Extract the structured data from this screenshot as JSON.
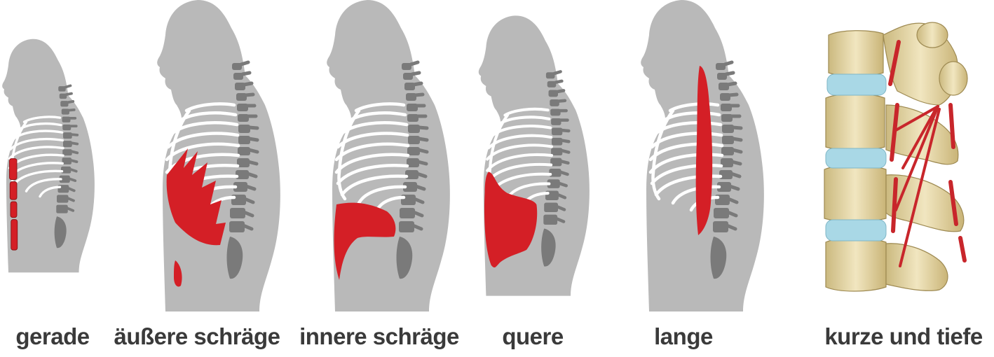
{
  "panels": [
    {
      "id": "p1",
      "caption": "gerade"
    },
    {
      "id": "p2",
      "caption": "äußere schräge"
    },
    {
      "id": "p3",
      "caption": "innere schräge"
    },
    {
      "id": "p4",
      "caption": "quere"
    },
    {
      "id": "p5",
      "caption": "lange"
    },
    {
      "id": "p6",
      "caption": "kurze und tiefe"
    }
  ],
  "colors": {
    "silhouette": "#b9b9b9",
    "spine": "#7a7a7a",
    "ribs": "#ffffff",
    "muscle": "#d41f26",
    "bone": "#e8dcb0",
    "disc": "#a9d8e6",
    "caption": "#3a3a3a"
  },
  "icons": [
    "torso-silhouette",
    "spine",
    "ribcage",
    "muscle",
    "vertebrae"
  ]
}
